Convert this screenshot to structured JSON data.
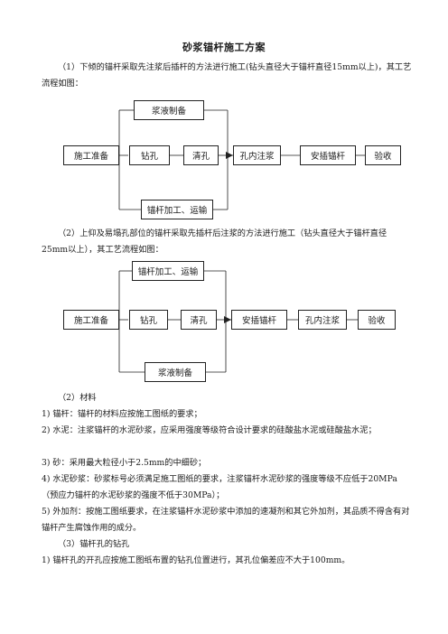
{
  "title": "砂浆锚杆施工方案",
  "intro1": "（1）下倾的锚杆采取先注浆后插杆的方法进行施工(钻头直径大于锚杆直径15mm以上)，其工艺流程如图：",
  "flow1": {
    "top": "浆液制备",
    "bottom": "锚杆加工、运输",
    "steps": [
      "施工准备",
      "钻孔",
      "清孔",
      "孔内注浆",
      "安插锚杆",
      "验收"
    ]
  },
  "intro2": "（2）上仰及易塌孔部位的锚杆采取先插杆后注浆的方法进行施工（钻头直径大于锚杆直径25mm以上），其工艺流程如图：",
  "flow2": {
    "top": "锚杆加工、运输",
    "bottom": "浆液制备",
    "steps": [
      "施工准备",
      "钻孔",
      "清孔",
      "安插锚杆",
      "孔内注浆",
      "验收"
    ]
  },
  "section_materials": "（2）材料",
  "items": [
    "1) 锚杆：锚杆的材料应按施工图纸的要求；",
    "2) 水泥：注浆锚杆的水泥砂浆，应采用强度等级符合设计要求的硅酸盐水泥或硅酸盐水泥；",
    "3) 砂：采用最大粒径小于2.5mm的中细砂；",
    "4) 水泥砂浆：砂浆标号必须满足施工图纸的要求，注浆锚杆水泥砂浆的强度等级不应低于20MPa（预应力锚杆的水泥砂浆的强度不低于30MPa）；",
    "5) 外加剂：按施工图纸要求，在注浆锚杆水泥砂浆中添加的速凝剂和其它外加剂，其品质不得含有对锚杆产生腐蚀作用的成分。"
  ],
  "section_drilling": "（3）锚杆孔的钻孔",
  "drill_item": "1) 锚杆孔的开孔应按施工图纸布置的钻孔位置进行，其孔位偏差应不大于100mm。"
}
